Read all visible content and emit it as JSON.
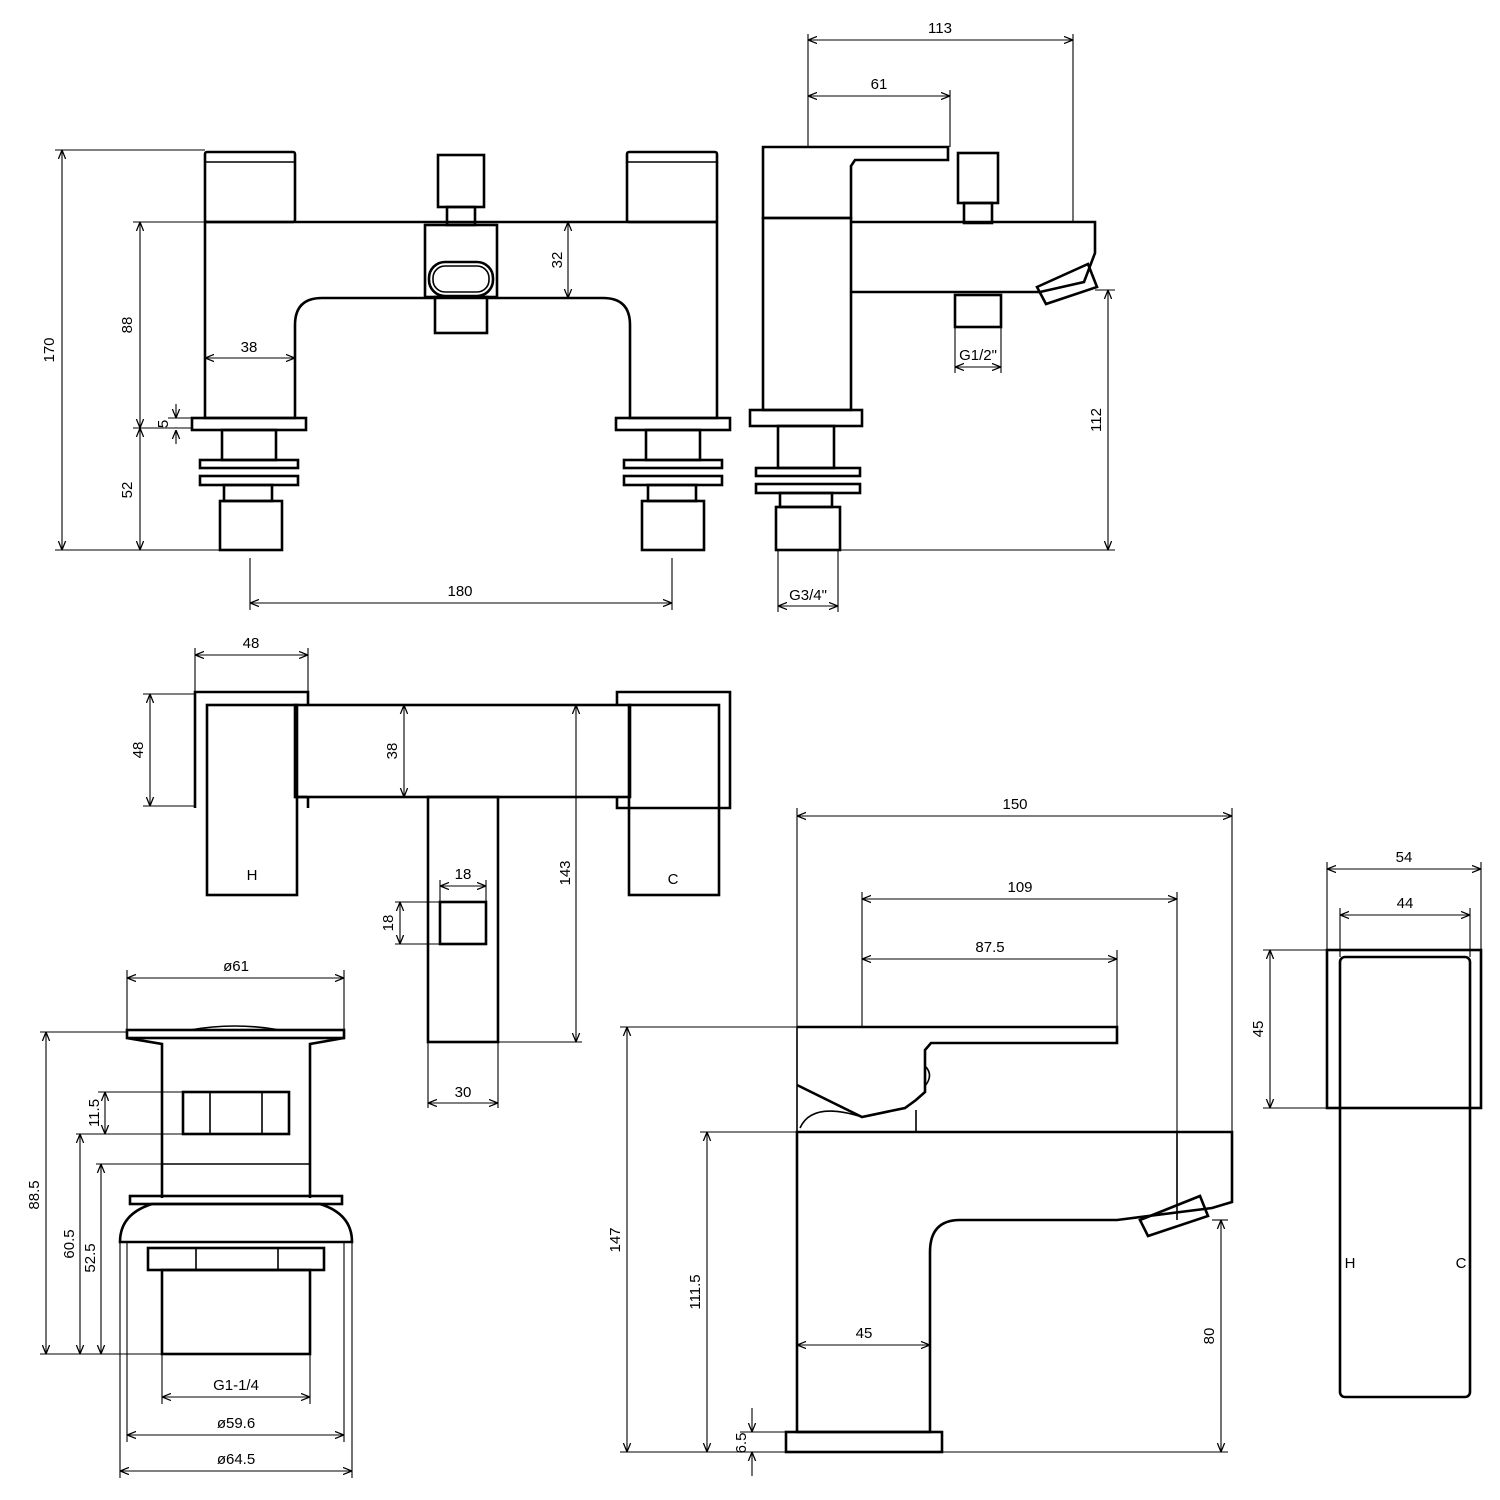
{
  "dimensions": {
    "front_height": "170",
    "front_body": "88",
    "front_shank": "52",
    "front_plate": "5",
    "front_leg": "38",
    "front_bridge": "32",
    "front_centres": "180",
    "side_reach": "113",
    "side_handle": "61",
    "side_outlet_height": "112",
    "side_hose_thread": "G1/2\"",
    "side_inlet_thread": "G3/4\"",
    "top_handle": "48",
    "top_depth": "48",
    "top_bar": "38",
    "top_diverter": "18",
    "top_diverter_v": "18",
    "top_reach": "143",
    "top_spout": "30",
    "top_hot": "H",
    "top_cold": "C",
    "waste_cap": "ø61",
    "waste_height": "88.5",
    "waste_slot": "11.5",
    "waste_a": "60.5",
    "waste_b": "52.5",
    "waste_thread": "G1-1/4",
    "waste_body": "ø59.6",
    "waste_flange": "ø64.5",
    "basin_depth": "150",
    "basin_reach": "109",
    "basin_lever": "87.5",
    "basin_height": "147",
    "basin_spout": "111.5",
    "basin_outlet": "80",
    "basin_base_width": "45",
    "basin_base": "6.5",
    "end_outer": "54",
    "end_inner": "44",
    "end_height": "45",
    "end_hot": "H",
    "end_cold": "C"
  }
}
